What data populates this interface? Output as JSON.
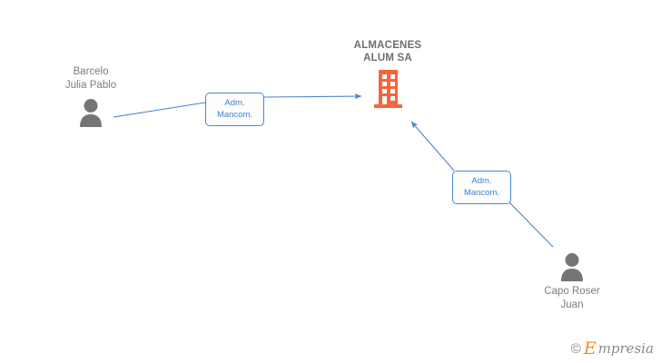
{
  "diagram": {
    "type": "corporate-relationship-graph",
    "background_color": "#FFFFFF",
    "colors": {
      "company_orange": "#F4663C",
      "person_gray": "#7A7A7A",
      "edge_blue": "#4A86D0",
      "label_text_blue": "#3F7FCF",
      "text_gray": "#6E6E6E"
    },
    "company": {
      "name": "ALMACENES\nALUM SA",
      "icon": "building-icon"
    },
    "people": [
      {
        "name": "Barcelo\nJulia Pablo",
        "icon": "person-icon",
        "position": "left"
      },
      {
        "name": "Capo Roser\nJuan",
        "icon": "person-icon",
        "position": "bottom-right"
      }
    ],
    "relationships": [
      {
        "label": "Adm.\nMancom.",
        "from": "Barcelo Julia Pablo",
        "to": "ALMACENES ALUM SA"
      },
      {
        "label": "Adm.\nMancom.",
        "from": "Capo Roser Juan",
        "to": "ALMACENES ALUM SA"
      }
    ]
  },
  "watermark": {
    "copyright": "©",
    "brand_initial": "E",
    "brand_rest": "mpresia"
  }
}
